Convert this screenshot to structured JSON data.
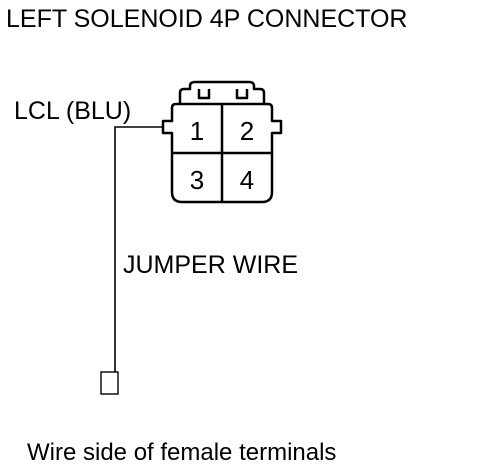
{
  "title": "LEFT SOLENOID 4P CONNECTOR",
  "terminal_label": "LCL (BLU)",
  "terminals": [
    "1",
    "2",
    "3",
    "4"
  ],
  "jumper_label": "JUMPER WIRE",
  "caption": "Wire side of female terminals",
  "colors": {
    "ink": "#000000",
    "background": "#ffffff"
  }
}
